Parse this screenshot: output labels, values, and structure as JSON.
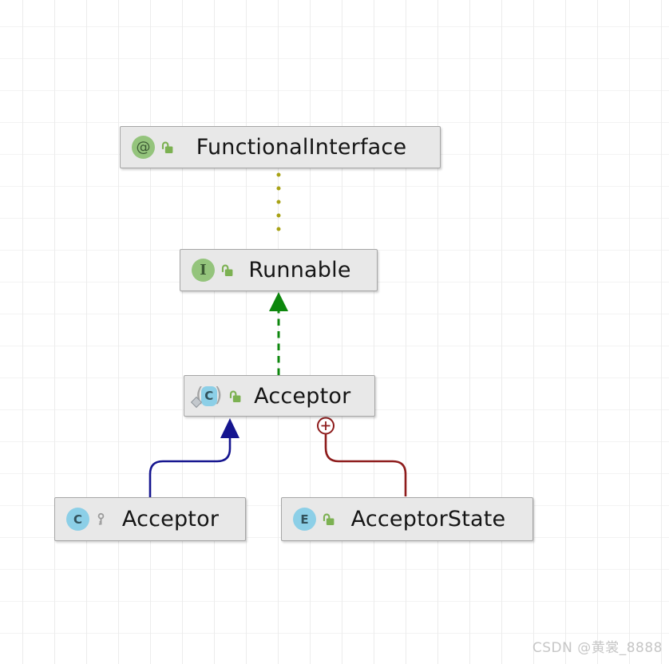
{
  "nodes": {
    "functional_interface": {
      "label": "FunctionalInterface",
      "icon_letter": "@",
      "kind": "annotation",
      "modifier": "public-unlocked"
    },
    "runnable": {
      "label": "Runnable",
      "icon_letter": "I",
      "kind": "interface",
      "modifier": "public-unlocked"
    },
    "acceptor_main": {
      "label": "Acceptor",
      "icon_letter": "C",
      "kind": "anonymous-class",
      "modifier": "public-unlocked",
      "paren_left": "(",
      "paren_right": ")"
    },
    "acceptor_local": {
      "label": "Acceptor",
      "icon_letter": "C",
      "kind": "class",
      "modifier": "package-local-key"
    },
    "acceptor_state": {
      "label": "AcceptorState",
      "icon_letter": "E",
      "kind": "enum",
      "modifier": "public-unlocked"
    }
  },
  "edges": {
    "annotation": {
      "style": "dotted",
      "color": "#a8a215"
    },
    "realization": {
      "style": "dashed-arrow",
      "color": "#0d870d"
    },
    "generalization": {
      "style": "solid-arrow",
      "color": "#15158f"
    },
    "inner_class": {
      "style": "solid-circle-plus",
      "color": "#8e1c1c"
    }
  },
  "colors": {
    "node_background": "#e8e8e8",
    "node_border": "#a6a6a6",
    "green_icon": "#94c47c",
    "blue_icon": "#8ccfe7",
    "lock_icon": "#7cb152",
    "key_icon": "#9a9a9a"
  },
  "watermark": "CSDN @黄裳_8888"
}
